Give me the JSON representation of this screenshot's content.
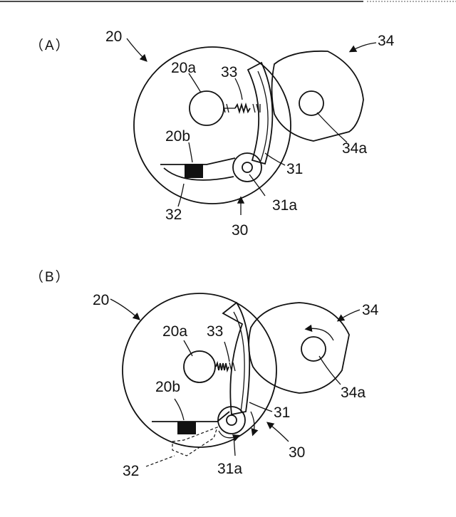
{
  "panels": [
    {
      "id": "A",
      "panel_label": "（A）",
      "labels": {
        "drum": "20",
        "drum_shaft": "20a",
        "stopper": "20b",
        "spring": "33",
        "gear": "34",
        "gear_shaft": "34a",
        "lever": "31",
        "pivot": "31a",
        "link": "32",
        "mechanism": "30"
      }
    },
    {
      "id": "B",
      "panel_label": "（B）",
      "labels": {
        "drum": "20",
        "drum_shaft": "20a",
        "stopper": "20b",
        "spring": "33",
        "gear": "34",
        "gear_shaft": "34a",
        "lever": "31",
        "pivot": "31a",
        "link": "32",
        "mechanism": "30"
      }
    }
  ]
}
